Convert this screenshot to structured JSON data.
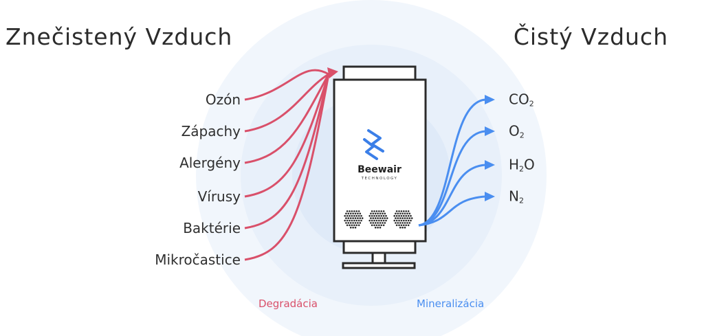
{
  "titles": {
    "left": "Znečistený Vzduch",
    "right": "Čistý Vzduch"
  },
  "pollutants": [
    "Ozón",
    "Zápachy",
    "Alergény",
    "Vírusy",
    "Baktérie",
    "Mikročastice"
  ],
  "products": [
    {
      "base": "CO",
      "sub": "2"
    },
    {
      "base": "O",
      "sub": "2"
    },
    {
      "base": "H",
      "sub": "2",
      "tail": "O"
    },
    {
      "base": "N",
      "sub": "2"
    }
  ],
  "stages": {
    "degradation": "Degradácia",
    "mineralization": "Mineralizácia"
  },
  "device": {
    "brand": "Beewair",
    "tagline": "TECHNOLOGY",
    "logo_icon": "beewair-logo-icon"
  },
  "colors": {
    "pollutant_arrows": "#d9506a",
    "clean_arrows": "#4a8ef0",
    "halo": "#eaf2fb",
    "device_outline": "#2b2b2b",
    "logo": "#3b7fe8"
  }
}
